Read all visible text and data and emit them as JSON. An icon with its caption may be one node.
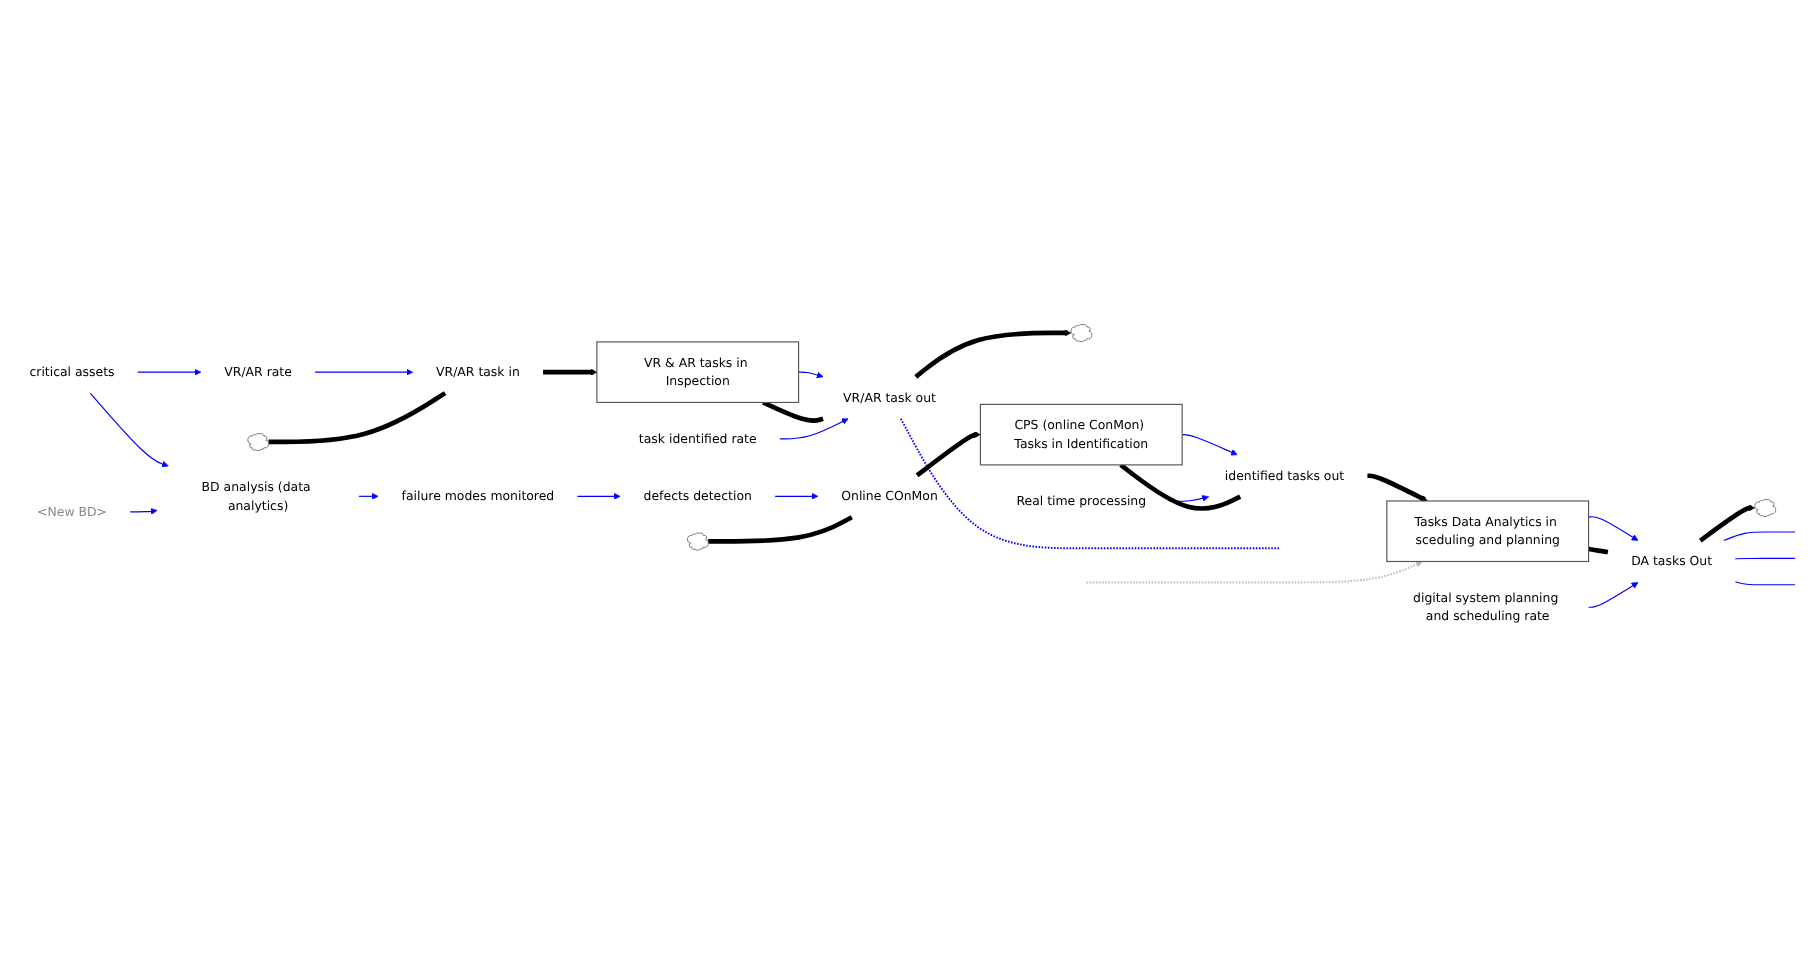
{
  "diagram": {
    "nodes": [
      {
        "text": [
          "VR/AR rate"
        ]
      },
      {
        "text": [
          "critical assets"
        ]
      },
      {
        "text": [
          "BD analysis (data analytics)"
        ]
      },
      {
        "text": [],
        "shape": "cloud"
      },
      {
        "text": [
          "VR/AR task in"
        ]
      },
      {
        "text": [
          "VR & AR tasks in Inspection"
        ]
      },
      {
        "text": [
          "VR/AR task out"
        ]
      },
      {
        "text": [
          "task identified rate"
        ]
      },
      {
        "text": [],
        "shape": "cloud"
      },
      {
        "text": [
          "<New BD>"
        ]
      },
      {
        "text": [
          "failure modes monitored"
        ]
      },
      {
        "text": [
          "defects detection"
        ]
      },
      {
        "text": [],
        "shape": "cloud"
      },
      {
        "text": [
          "Online COnMon"
        ]
      },
      {
        "text": [
          "CPS (online ConMon) Tasks in Identification"
        ]
      },
      {
        "text": [
          "Real time processing"
        ]
      },
      {
        "text": [
          "identified tasks out"
        ]
      },
      {
        "text": [
          "Tasks Data Analytics in sceduling and planning"
        ]
      },
      {
        "text": [
          "DA tasks Out"
        ]
      },
      {
        "text": [],
        "shape": "cloud"
      },
      {
        "text": [
          "digital system planning and scheduling rate"
        ]
      }
    ],
    "edges": [
      {
        "from": 1,
        "to": 0,
        "arrow": "to"
      },
      {
        "from": 1,
        "to": 2,
        "arrow": "to"
      },
      {
        "from": 0,
        "to": 4,
        "arrow": "to"
      },
      {
        "from": 3,
        "to": 4,
        "arrow": "none",
        "style": "thick",
        "color": "#000000"
      },
      {
        "from": 4,
        "to": 5,
        "arrow": "to",
        "style": "thick",
        "color": "#000000"
      },
      {
        "from": 5,
        "to": 6,
        "arrow": "to"
      },
      {
        "from": 5,
        "to": 6,
        "arrow": "none",
        "style": "thick",
        "color": "#000000"
      },
      {
        "from": 6,
        "to": 8,
        "arrow": "to",
        "style": "thick",
        "color": "#000000"
      },
      {
        "from": 7,
        "to": 6,
        "arrow": "to"
      },
      {
        "from": 6,
        "to": null,
        "arrow": "none",
        "style": "dashed"
      },
      {
        "from": 9,
        "to": 2,
        "arrow": "to"
      },
      {
        "from": 2,
        "to": 10,
        "arrow": "to"
      },
      {
        "from": 10,
        "to": 11,
        "arrow": "to"
      },
      {
        "from": 11,
        "to": 13,
        "arrow": "to"
      },
      {
        "from": 12,
        "to": 13,
        "arrow": "none",
        "style": "thick",
        "color": "#000000"
      },
      {
        "from": 13,
        "to": 14,
        "arrow": "to",
        "style": "thick",
        "color": "#000000"
      },
      {
        "from": 14,
        "to": 16,
        "arrow": "to"
      },
      {
        "from": 15,
        "to": 16,
        "arrow": "to"
      },
      {
        "from": 14,
        "to": 16,
        "arrow": "none",
        "style": "thick",
        "color": "#000000"
      },
      {
        "from": 16,
        "to": 17,
        "arrow": "to",
        "style": "thick",
        "color": "#000000"
      },
      {
        "from": 17,
        "to": 18,
        "arrow": "to"
      },
      {
        "from": 17,
        "to": 18,
        "arrow": "none",
        "style": "thick",
        "color": "#000000"
      },
      {
        "from": 18,
        "to": 19,
        "arrow": "to",
        "style": "thick",
        "color": "#000000"
      },
      {
        "from": 20,
        "to": 18,
        "arrow": "to"
      },
      {
        "from": null,
        "to": 17,
        "arrow": "to",
        "style": "dashed",
        "color": "#bbbbbb"
      },
      {
        "from": 18,
        "to": null,
        "arrow": "none"
      },
      {
        "from": 18,
        "to": null,
        "arrow": "none"
      },
      {
        "from": 18,
        "to": null,
        "arrow": "none"
      }
    ]
  }
}
